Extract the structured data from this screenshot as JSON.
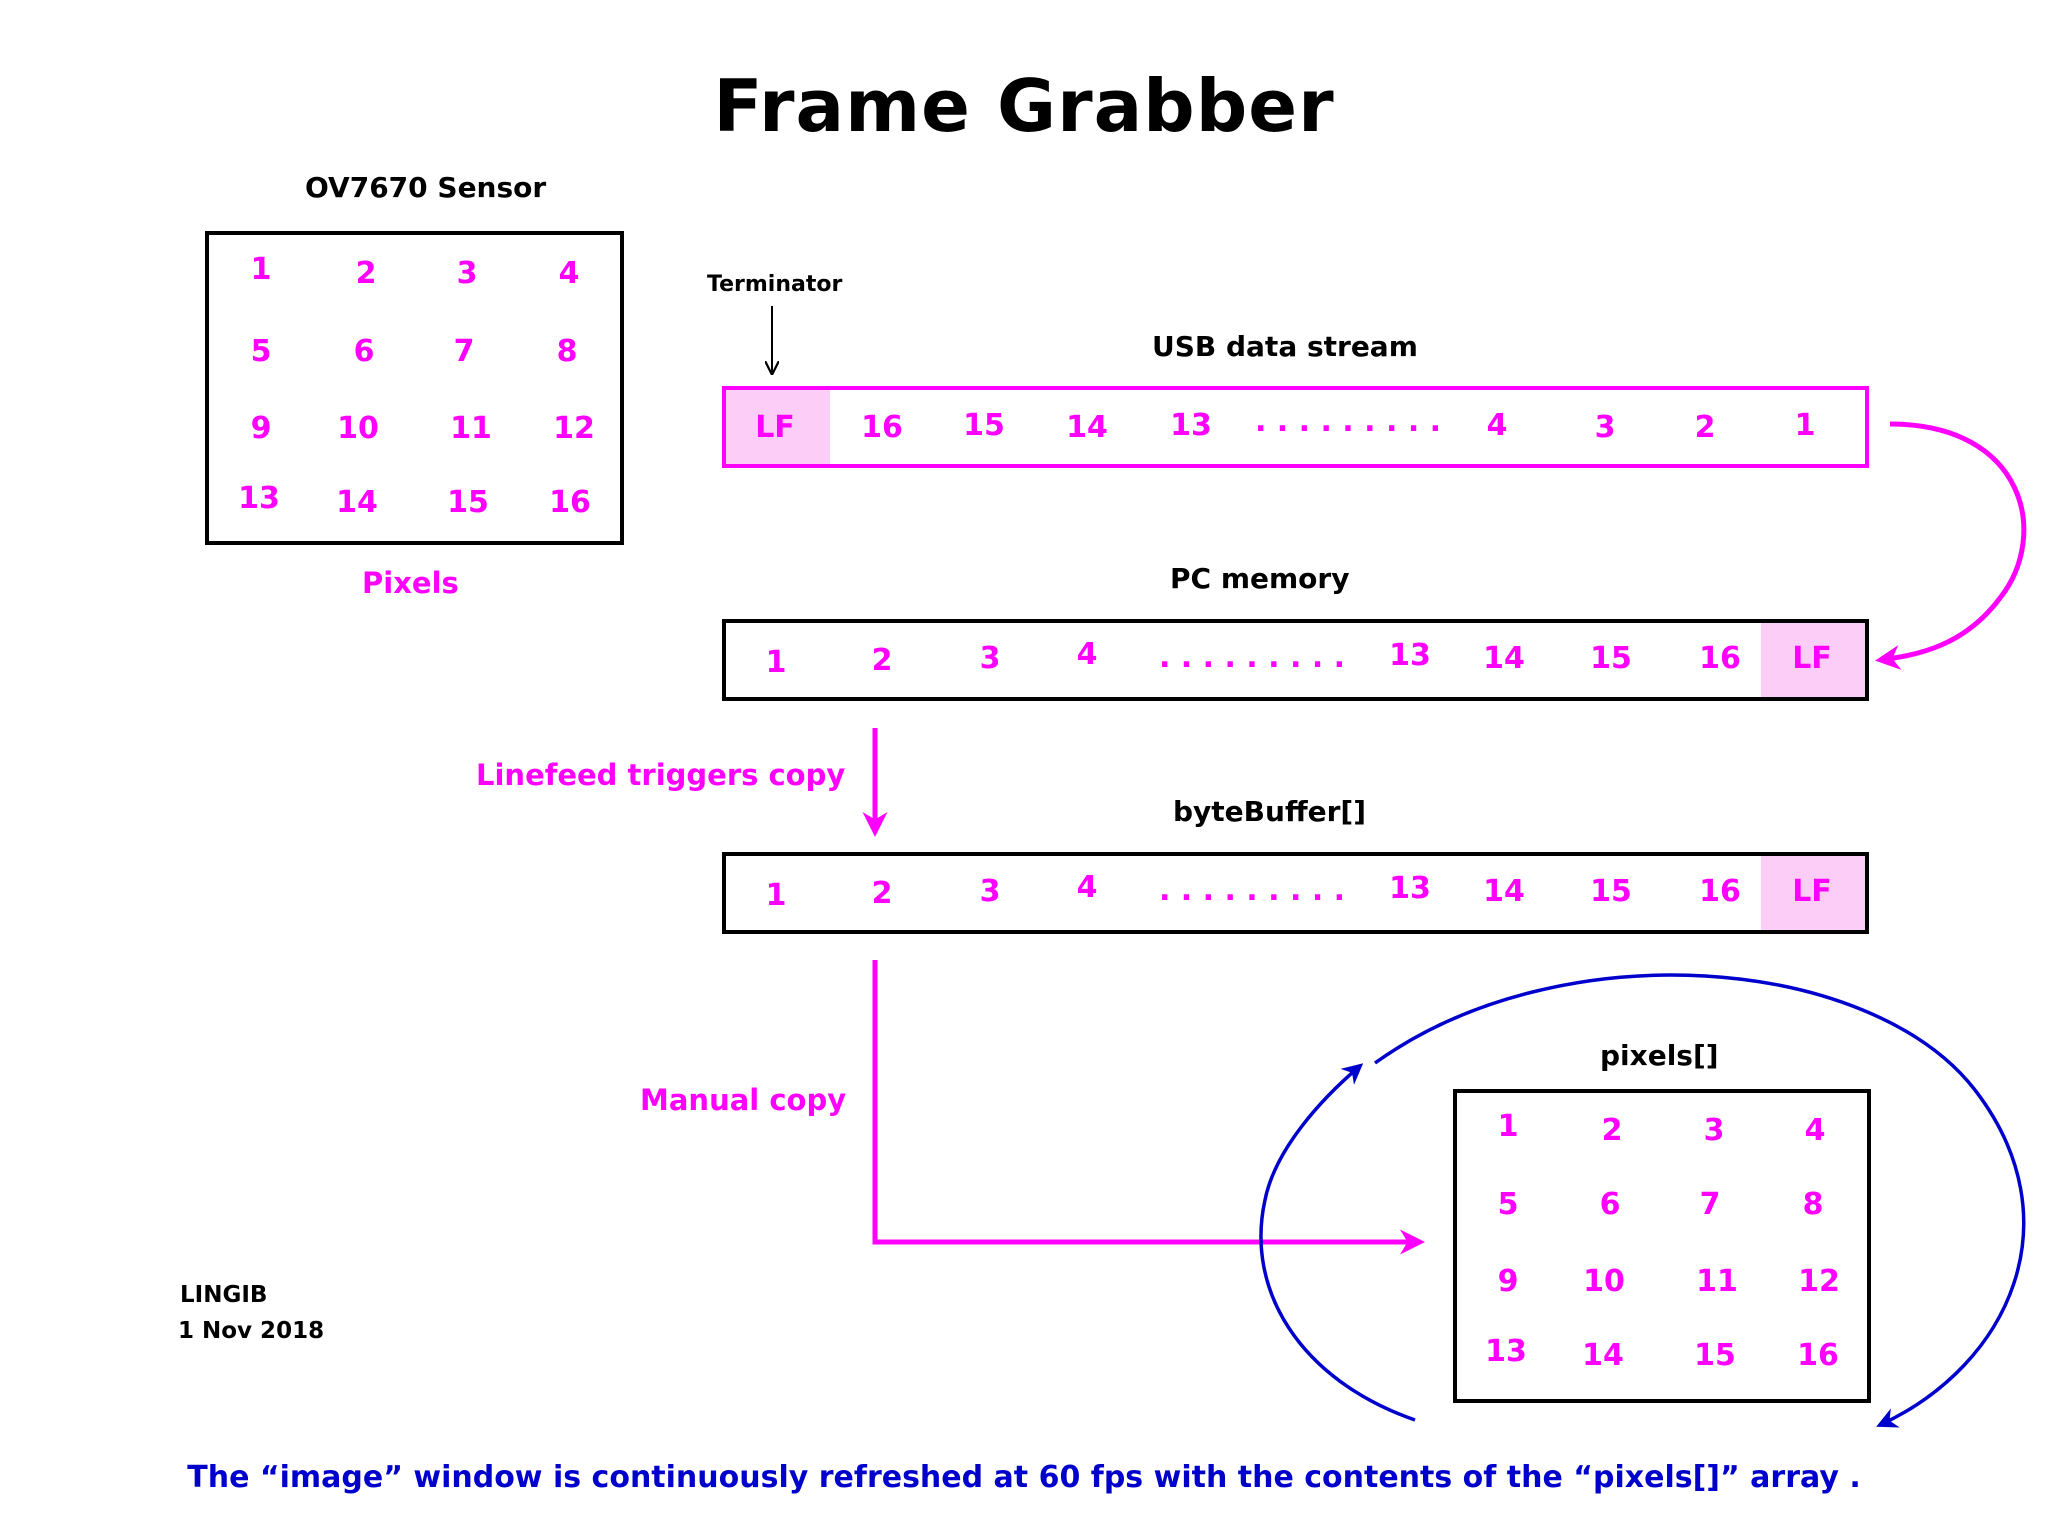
{
  "title": "Frame Grabber",
  "sensor": {
    "title": "OV7670 Sensor",
    "caption": "Pixels",
    "cells": [
      "1",
      "2",
      "3",
      "4",
      "5",
      "6",
      "7",
      "8",
      "9",
      "10",
      "11",
      "12",
      "13",
      "14",
      "15",
      "16"
    ]
  },
  "terminator_label": "Terminator",
  "usb_stream": {
    "title": "USB data stream",
    "cells": [
      "LF",
      "16",
      "15",
      "14",
      "13",
      ". . . . . . . . .",
      "4",
      "3",
      "2",
      "1"
    ]
  },
  "pc_memory": {
    "title": "PC memory",
    "cells": [
      "1",
      "2",
      "3",
      "4",
      ". . . . . . . . .",
      "13",
      "14",
      "15",
      "16",
      "LF"
    ]
  },
  "byte_buffer": {
    "title": "byteBuffer[]",
    "cells": [
      "1",
      "2",
      "3",
      "4",
      ". . . . . . . . .",
      "13",
      "14",
      "15",
      "16",
      "LF"
    ]
  },
  "pixels_array": {
    "title": "pixels[]",
    "cells": [
      "1",
      "2",
      "3",
      "4",
      "5",
      "6",
      "7",
      "8",
      "9",
      "10",
      "11",
      "12",
      "13",
      "14",
      "15",
      "16"
    ]
  },
  "linefeed_label": "Linefeed triggers copy",
  "manual_copy_label": "Manual copy",
  "credit": {
    "author": "LINGIB",
    "date": "1 Nov 2018"
  },
  "footer": "The “image” window is continuously refreshed at 60 fps with the contents of the “pixels[]” array .",
  "colors": {
    "magenta": "#ff00ff",
    "lf_fill": "#fccdf6",
    "blue": "#0000cc",
    "black": "#000000"
  }
}
